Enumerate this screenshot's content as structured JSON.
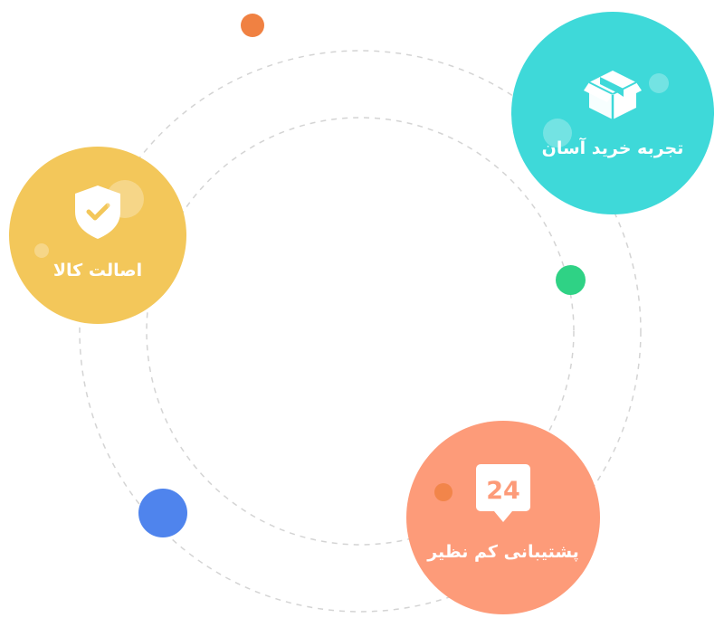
{
  "colors": {
    "experience": "#3ed9d9",
    "authenticity": "#f3c75a",
    "support": "#fd9b79",
    "dot_orange": "#f08142",
    "dot_green": "#2fd285",
    "dot_blue": "#4f84ed",
    "orbit": "#d4d4d4"
  },
  "features": {
    "experience": {
      "label": "تجربه خرید آسان",
      "icon": "open-box-icon"
    },
    "authenticity": {
      "label": "اصالت کالا",
      "icon": "shield-check-icon"
    },
    "support": {
      "label": "پشتیبانی کم نظیر",
      "icon": "24-support-icon",
      "icon_text": "24"
    }
  }
}
